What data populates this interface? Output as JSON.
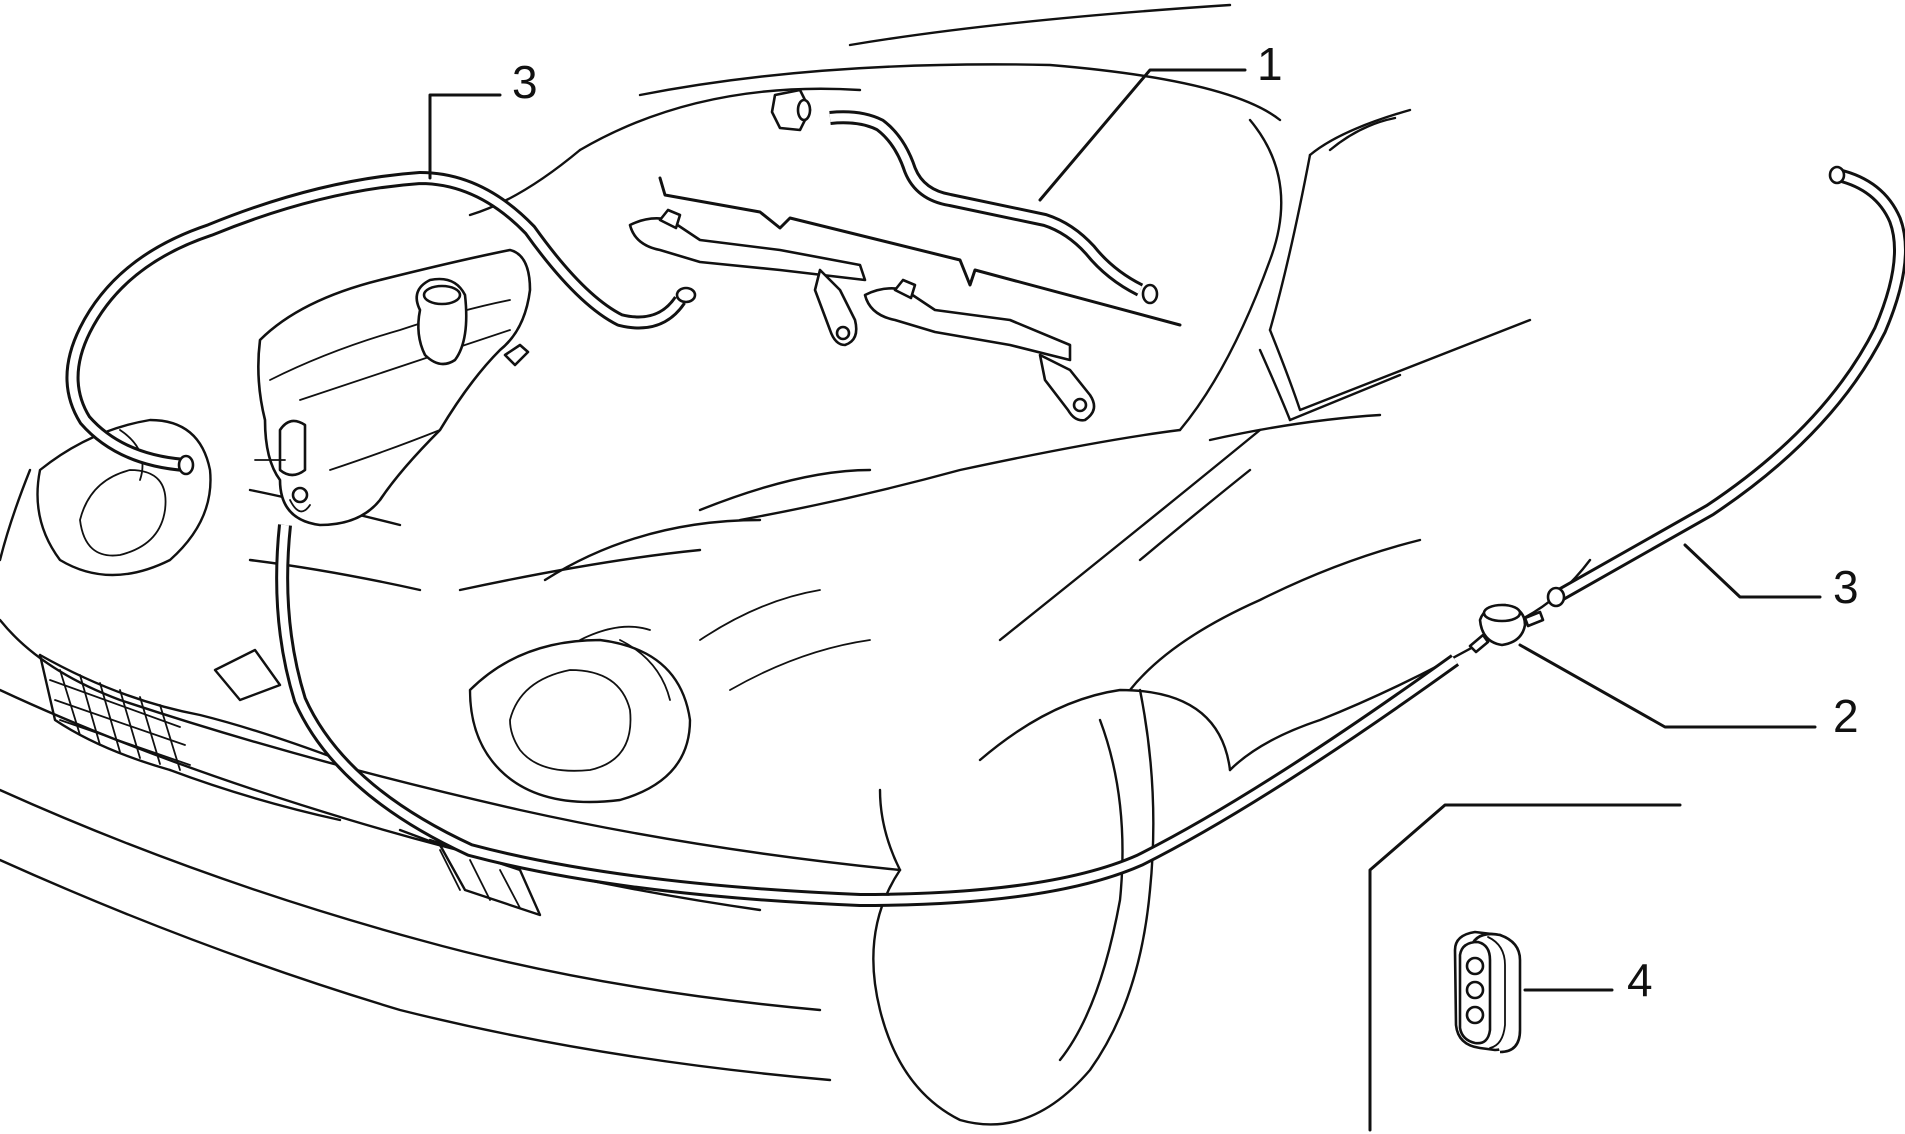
{
  "callouts": [
    {
      "id": "c1",
      "text": "1"
    },
    {
      "id": "c2",
      "text": "2"
    },
    {
      "id": "c3a",
      "text": "3"
    },
    {
      "id": "c3b",
      "text": "3"
    },
    {
      "id": "c4",
      "text": "4"
    }
  ],
  "colors": {
    "line": "#111111",
    "background": "#ffffff"
  }
}
